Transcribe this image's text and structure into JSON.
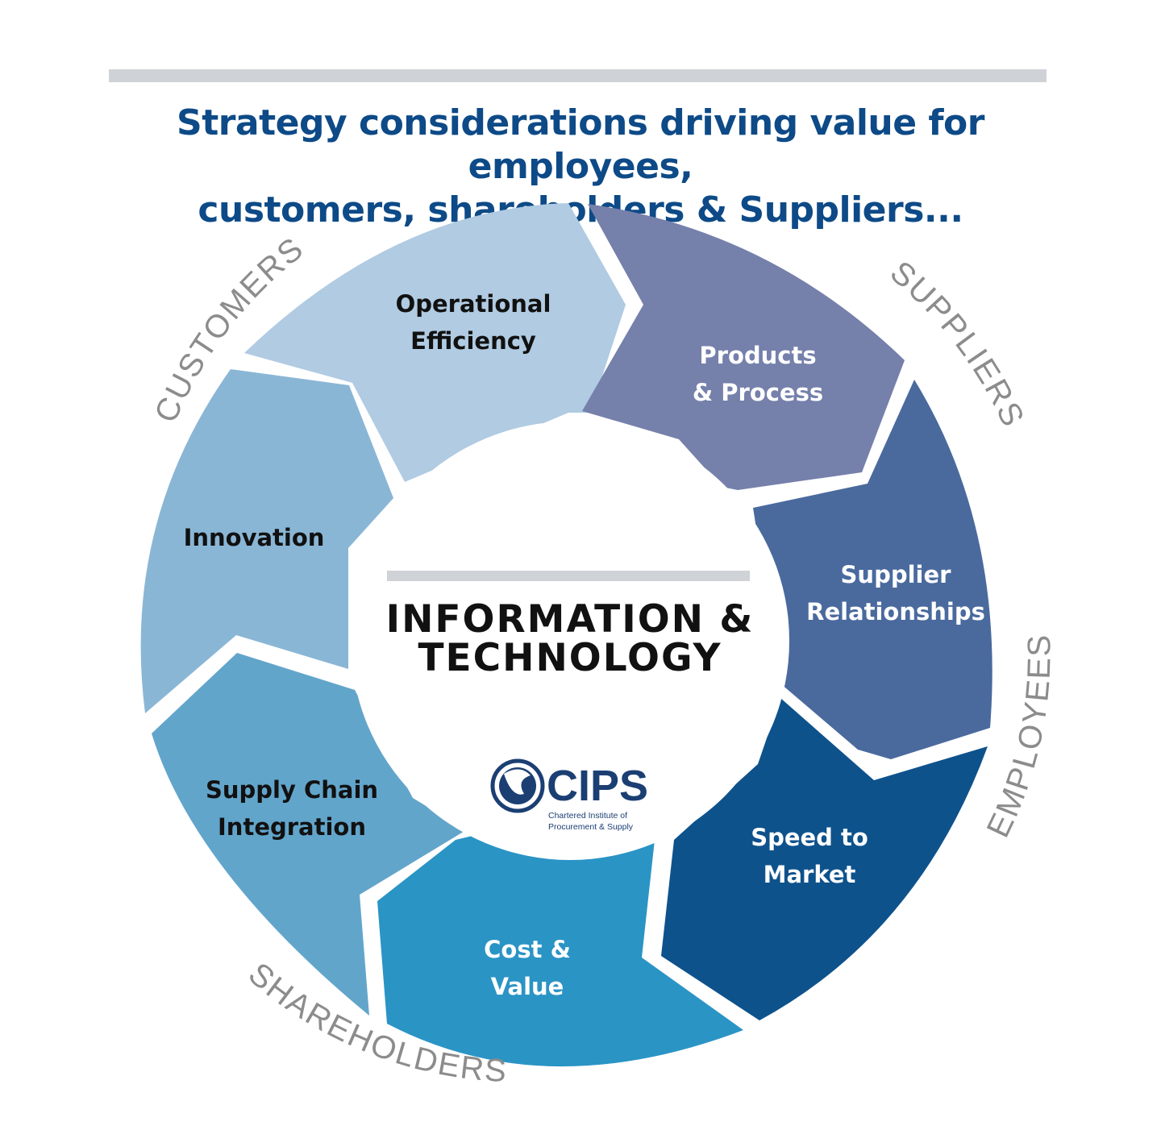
{
  "header": {
    "title_line1": "Strategy considerations driving value for employees,",
    "title_line2": "customers, shareholders & Suppliers..."
  },
  "center": {
    "title_line1": "INFORMATION &",
    "title_line2": "TECHNOLOGY"
  },
  "segments": [
    {
      "line1": "Operational",
      "line2": "Efficiency",
      "color": "#b0cbe2"
    },
    {
      "line1": "Products",
      "line2": "& Process",
      "color": "#7580ab"
    },
    {
      "line1": "Supplier",
      "line2": "Relationships",
      "color": "#4a6a9e"
    },
    {
      "line1": "Speed to",
      "line2": "Market",
      "color": "#0e528c"
    },
    {
      "line1": "Cost &",
      "line2": "Value",
      "color": "#2a94c5"
    },
    {
      "line1": "Supply Chain",
      "line2": "Integration",
      "color": "#62a5cb"
    },
    {
      "line1": "Innovation",
      "line2": "",
      "color": "#8ab6d6"
    }
  ],
  "stakeholders": {
    "customers": "CUSTOMERS",
    "suppliers": "SUPPLIERS",
    "employees": "EMPLOYEES",
    "shareholders": "SHAREHOLDERS"
  },
  "logo": {
    "word": "CIPS",
    "sub_line1": "Chartered Institute of",
    "sub_line2": "Procurement & Supply"
  }
}
